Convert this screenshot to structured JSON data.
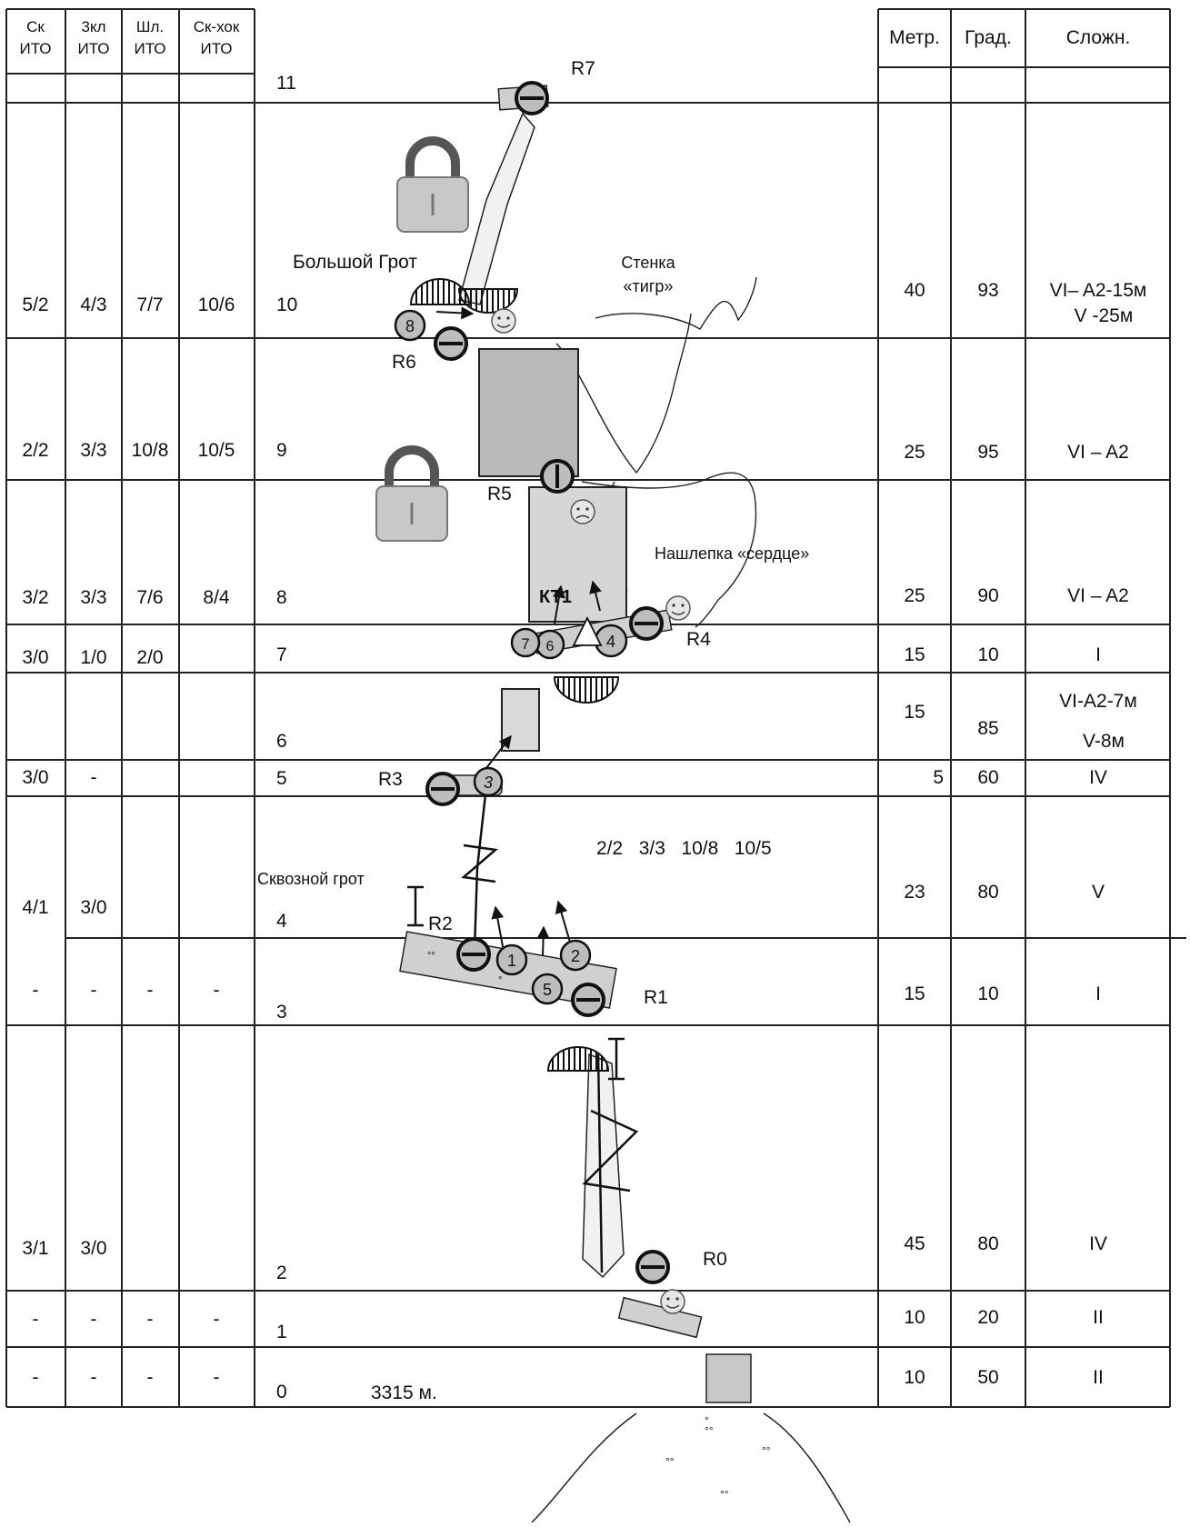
{
  "headers": {
    "left": [
      "Ск",
      "ИТО",
      "3кл",
      "ИТО",
      "Шл.",
      "ИТО",
      "Ск-хок",
      "ИТО"
    ],
    "right": [
      "Метр.",
      "Град.",
      "Сложн."
    ]
  },
  "pitches": [
    {
      "num": "11",
      "sk": "",
      "zkl": "",
      "shl": "",
      "skhok": "",
      "m": "",
      "deg": "",
      "cat": ""
    },
    {
      "num": "10",
      "sk": "5/2",
      "zkl": "4/3",
      "shl": "7/7",
      "skhok": "10/6",
      "m": "40",
      "deg": "93",
      "cat": "VI– A2-15м",
      "cat2": "V -25м"
    },
    {
      "num": "9",
      "sk": "2/2",
      "zkl": "3/3",
      "shl": "10/8",
      "skhok": "10/5",
      "m": "25",
      "deg": "95",
      "cat": "VI – A2",
      "cat2": ""
    },
    {
      "num": "8",
      "sk": "3/2",
      "zkl": "3/3",
      "shl": "7/6",
      "skhok": "8/4",
      "m": "25",
      "deg": "90",
      "cat": "VI – A2",
      "cat2": ""
    },
    {
      "num": "7",
      "sk": "3/0",
      "zkl": "1/0",
      "shl": "2/0",
      "skhok": "",
      "m": "15",
      "deg": "10",
      "cat": "I",
      "cat2": ""
    },
    {
      "num": "6",
      "sk": "",
      "zkl": "",
      "shl": "",
      "skhok": "",
      "m": "15",
      "deg": "85",
      "cat": "VI-A2-7м",
      "cat2": "V-8м"
    },
    {
      "num": "5",
      "sk": "3/0",
      "zkl": "-",
      "shl": "",
      "skhok": "",
      "m": "5",
      "deg": "60",
      "cat": "IV",
      "cat2": ""
    },
    {
      "num": "4",
      "sk": "4/1",
      "zkl": "3/0",
      "shl": "",
      "skhok": "",
      "m": "23",
      "deg": "80",
      "cat": "V",
      "cat2": ""
    },
    {
      "num": "3",
      "sk": "-",
      "zkl": "-",
      "shl": "-",
      "skhok": "-",
      "m": "15",
      "deg": "10",
      "cat": "I",
      "cat2": ""
    },
    {
      "num": "2",
      "sk": "3/1",
      "zkl": "3/0",
      "shl": "",
      "skhok": "",
      "m": "45",
      "deg": "80",
      "cat": "IV",
      "cat2": ""
    },
    {
      "num": "1",
      "sk": "-",
      "zkl": "-",
      "shl": "-",
      "skhok": "-",
      "m": "10",
      "deg": "20",
      "cat": "II",
      "cat2": ""
    },
    {
      "num": "0",
      "sk": "-",
      "zkl": "-",
      "shl": "-",
      "skhok": "-",
      "m": "10",
      "deg": "50",
      "cat": "II",
      "cat2": ""
    }
  ],
  "labels": {
    "start_altitude": "3315 м.",
    "big_grotto": "Большой Грот",
    "wall_line1": "Стенка",
    "wall_line2": "«тигр»",
    "heart_patch": "Нашлепка «сердце»",
    "through_grotto": "Сквозной грот",
    "control_point": "КТ1",
    "pitch4_line": "2/2   3/3   10/8   10/5"
  },
  "belays": [
    "R0",
    "R1",
    "R2",
    "R3",
    "R4",
    "R5",
    "R6",
    "R7"
  ],
  "bivouacs": [
    "1",
    "2",
    "3",
    "4",
    "5",
    "6",
    "7",
    "8"
  ]
}
